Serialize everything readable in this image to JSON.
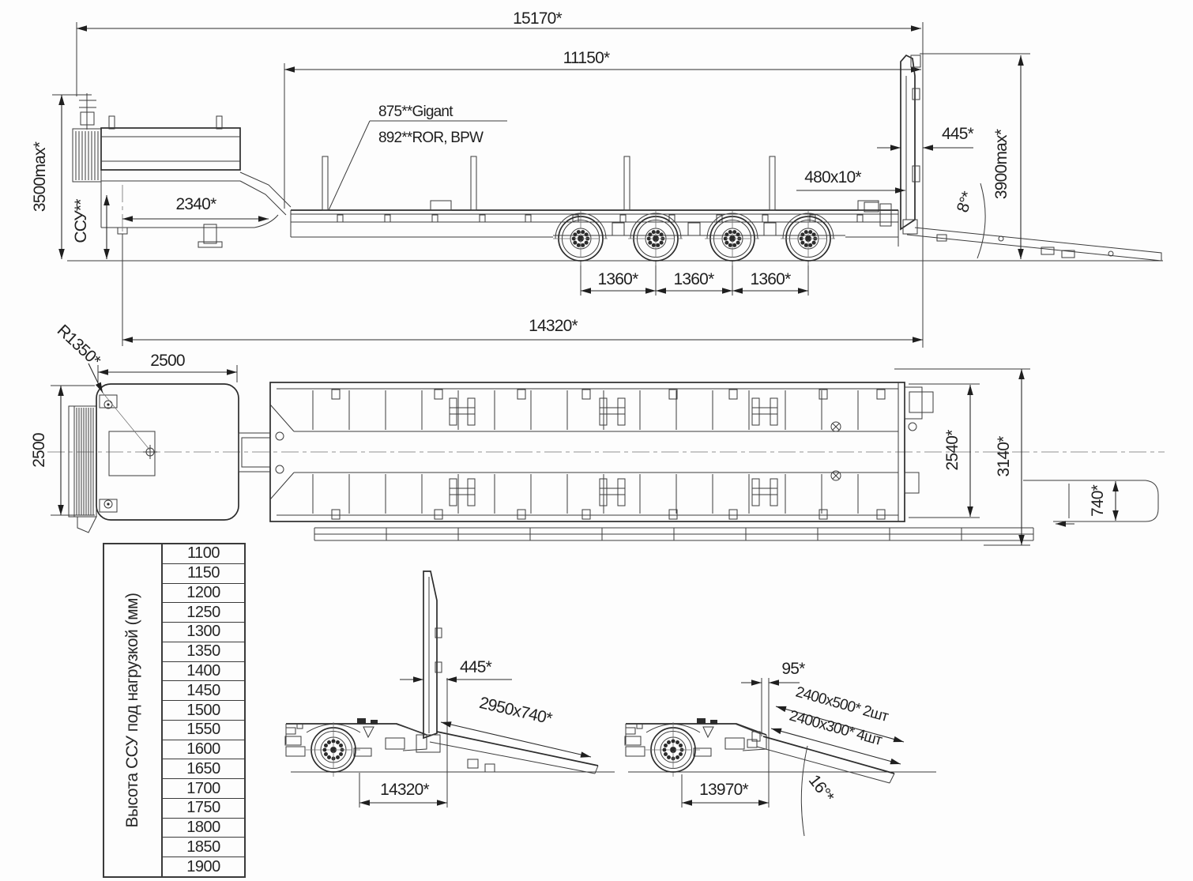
{
  "side_view": {
    "overall_length": "15170*",
    "platform_length": "11150*",
    "load_height_gigant": "875**Gigant",
    "load_height_ror": "892**ROR, BPW",
    "height_max": "3500max*",
    "fifth_wheel_label": "ССУ**",
    "gooseneck_length": "2340*",
    "ramp_section": "480x10*",
    "rear_offset": "445*",
    "ramp_angle": "8°*",
    "ramp_height_max": "3900max*",
    "axle_spacing": [
      "1360*",
      "1360*",
      "1360*"
    ],
    "kingpin_to_rear": "14320*"
  },
  "top_view": {
    "swing_radius": "R1350*",
    "width": "2500",
    "swing_zone_length": "2500",
    "platform_width": "2540*",
    "overall_width": "3140*",
    "ramp_width": "740*"
  },
  "height_table": {
    "header": "Высота ССУ под нагрузкой (мм)",
    "values": [
      "1100",
      "1150",
      "1200",
      "1250",
      "1300",
      "1350",
      "1400",
      "1450",
      "1500",
      "1550",
      "1600",
      "1650",
      "1700",
      "1750",
      "1800",
      "1850",
      "1900"
    ]
  },
  "ramp_upright_view": {
    "ramp_offset": "445*",
    "ramp_size": "2950x740*",
    "kingpin_to_hinge": "14320*"
  },
  "ramp_lowered_view": {
    "hinge_offset": "95*",
    "ramp_large": "2400x500* 2шт",
    "ramp_small": "2400x300* 4шт",
    "kingpin_to_hinge": "13970*",
    "ramp_angle": "16°*"
  }
}
